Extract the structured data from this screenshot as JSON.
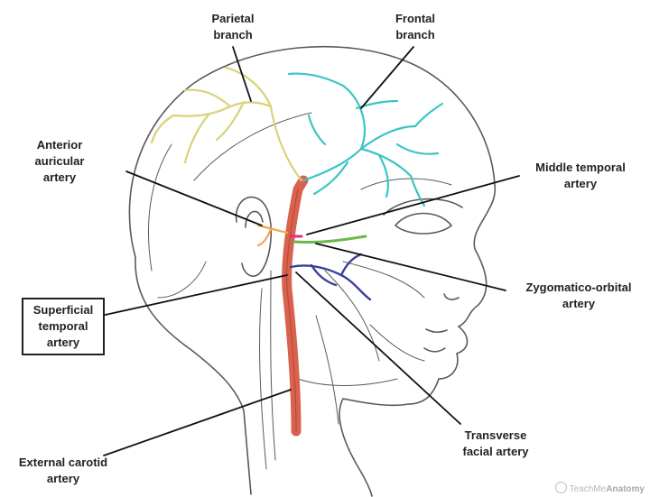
{
  "labels": {
    "parietal_branch": "Parietal\nbranch",
    "frontal_branch": "Frontal\nbranch",
    "anterior_auricular_artery": "Anterior\nauricular\nartery",
    "middle_temporal_artery": "Middle temporal\nartery",
    "zygomatico_orbital_artery": "Zygomatico-orbital\nartery",
    "superficial_temporal_artery": "Superficial\ntemporal\nartery",
    "transverse_facial_artery": "Transverse\nfacial artery",
    "external_carotid_artery": "External carotid\nartery"
  },
  "watermark": {
    "prefix": "TeachMe",
    "suffix": "Anatomy"
  },
  "colors": {
    "external_carotid": "#d9624f",
    "parietal_branch": "#d9d27a",
    "frontal_branch": "#3cc4c4",
    "anterior_auricular": "#f0a450",
    "middle_temporal": "#e0307a",
    "zygomatico_orbital": "#6cb84a",
    "transverse_facial": "#3a3f9a",
    "outline": "#5a5a5a",
    "leader": "#111111"
  }
}
